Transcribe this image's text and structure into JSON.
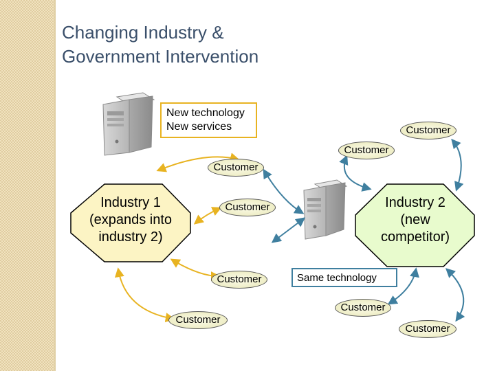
{
  "title": {
    "line1": "Changing Industry &",
    "line2": "Government Intervention"
  },
  "tech_box": {
    "line1": "New technology",
    "line2": "New services"
  },
  "same_tech_box": {
    "text": "Same technology"
  },
  "industry1": {
    "line1": "Industry 1",
    "line2": "(expands into",
    "line3": "industry 2)"
  },
  "industry2": {
    "line1": "Industry 2",
    "line2": "(new",
    "line3": "competitor)"
  },
  "customers": [
    "Customer",
    "Customer",
    "Customer",
    "Customer",
    "Customer",
    "Customer",
    "Customer",
    "Customer"
  ],
  "colors": {
    "industry1_fill": "#fcf4c4",
    "industry2_fill": "#e8fbcd",
    "arrow_yellow": "#e8b321",
    "arrow_blue": "#3f7f9f",
    "title": "#3a4f6a"
  },
  "icons": [
    "server-tower-icon",
    "server-tower-icon"
  ]
}
